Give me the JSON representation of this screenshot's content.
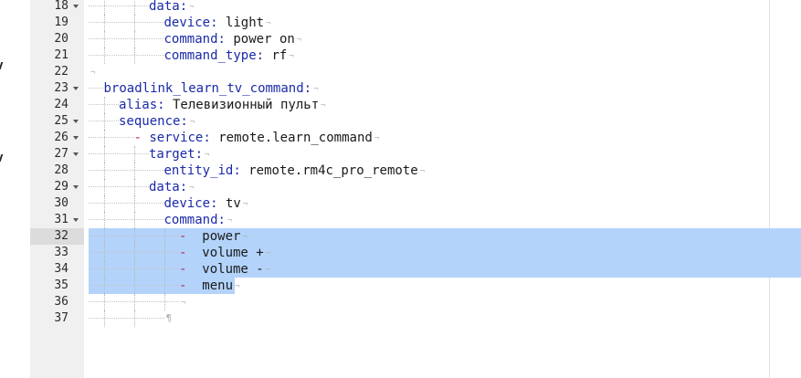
{
  "editor": {
    "eol_marker": "¬",
    "eof_marker": "¶",
    "current_line": 32,
    "selection": {
      "from_line": 32,
      "to_line": 35
    },
    "colors": {
      "key": "#1a2aa8",
      "dash": "#c0285a",
      "selection": "#b3d3fb",
      "gutter": "#f0f0f0"
    }
  },
  "lines": [
    {
      "num": "18",
      "fold": true,
      "indent": 4,
      "dash": "",
      "key": "data:",
      "value": ""
    },
    {
      "num": "19",
      "fold": false,
      "indent": 5,
      "dash": "",
      "key": "device:",
      "value": " light"
    },
    {
      "num": "20",
      "fold": false,
      "indent": 5,
      "dash": "",
      "key": "command:",
      "value": " power on"
    },
    {
      "num": "21",
      "fold": false,
      "indent": 5,
      "dash": "",
      "key": "command_type:",
      "value": " rf"
    },
    {
      "num": "22",
      "fold": false,
      "indent": 0,
      "dash": "",
      "key": "",
      "value": ""
    },
    {
      "num": "23",
      "fold": true,
      "indent": 1,
      "dash": "",
      "key": "broadlink_learn_tv_command:",
      "value": ""
    },
    {
      "num": "24",
      "fold": false,
      "indent": 2,
      "dash": "",
      "key": "alias:",
      "value": " Телевизионный пульт"
    },
    {
      "num": "25",
      "fold": true,
      "indent": 2,
      "dash": "",
      "key": "sequence:",
      "value": ""
    },
    {
      "num": "26",
      "fold": true,
      "indent": 3,
      "dash": "-",
      "key": "service:",
      "value": " remote.learn_command"
    },
    {
      "num": "27",
      "fold": true,
      "indent": 4,
      "dash": "",
      "key": "target:",
      "value": ""
    },
    {
      "num": "28",
      "fold": false,
      "indent": 5,
      "dash": "",
      "key": "entity_id:",
      "value": " remote.rm4c_pro_remote"
    },
    {
      "num": "29",
      "fold": true,
      "indent": 4,
      "dash": "",
      "key": "data:",
      "value": ""
    },
    {
      "num": "30",
      "fold": false,
      "indent": 5,
      "dash": "",
      "key": "device:",
      "value": " tv"
    },
    {
      "num": "31",
      "fold": true,
      "indent": 5,
      "dash": "",
      "key": "command:",
      "value": ""
    },
    {
      "num": "32",
      "fold": false,
      "indent": 6,
      "dash": "-",
      "key": "",
      "value": " power"
    },
    {
      "num": "33",
      "fold": false,
      "indent": 6,
      "dash": "-",
      "key": "",
      "value": " volume +"
    },
    {
      "num": "34",
      "fold": false,
      "indent": 6,
      "dash": "-",
      "key": "",
      "value": " volume -"
    },
    {
      "num": "35",
      "fold": false,
      "indent": 6,
      "dash": "-",
      "key": "",
      "value": " menu"
    },
    {
      "num": "36",
      "fold": false,
      "indent": 6,
      "dash": "",
      "key": "",
      "value": ""
    },
    {
      "num": "37",
      "fold": false,
      "indent": 5,
      "dash": "",
      "key": "",
      "value": "",
      "eof": true
    }
  ]
}
